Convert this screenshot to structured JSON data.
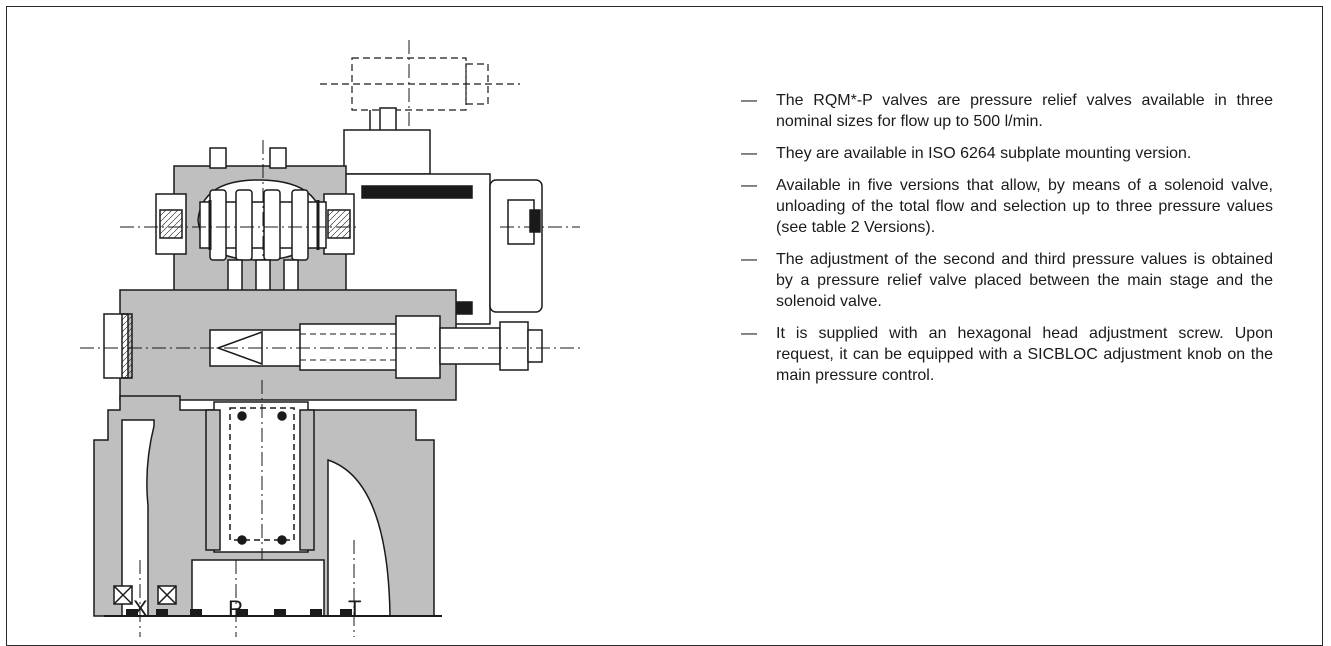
{
  "document": {
    "bullet_marker": "—",
    "paragraphs": [
      "The RQM*-P valves are pressure relief valves available in three nominal sizes for flow up to 500 l/min.",
      "They are available in ISO 6264 subplate mounting version.",
      "Available in five versions that allow, by means of a solenoid valve, unloading of the total flow and selection up to three pressure values (see table 2 Versions).",
      "The adjustment of the second and third pressure values is obtained by a pressure relief valve placed between the main stage and the solenoid valve.",
      "It is supplied with an hexagonal head adjustment screw. Upon request, it can be equipped with a SICBLOC adjustment knob on the main pressure control."
    ]
  },
  "drawing": {
    "port_labels": [
      "X",
      "P",
      "T"
    ],
    "colors": {
      "section_fill": "#bfbfbf",
      "outline": "#1a1a1a",
      "background": "#ffffff"
    }
  }
}
